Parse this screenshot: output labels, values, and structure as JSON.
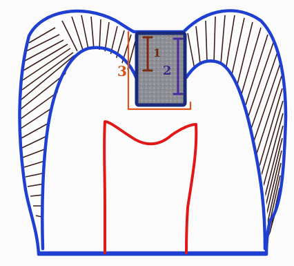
{
  "labels": {
    "depth_1": "1",
    "depth_2": "2",
    "depth_3": "3"
  },
  "colors": {
    "tooth_outline": "#1f3fd0",
    "enamel_hatch": "#3b1e1a",
    "pulp_outline": "#e01818",
    "restoration_fill": "#8e8e96",
    "restoration_outline": "#1a2a7a",
    "label_1": "#6a2a10",
    "label_2": "#3a2a8a",
    "label_3": "#d2521a",
    "measure_brown": "#7a2a12",
    "measure_purple": "#4a2a9a",
    "measure_orange": "#e0541a",
    "background": "#fbfbfb"
  }
}
